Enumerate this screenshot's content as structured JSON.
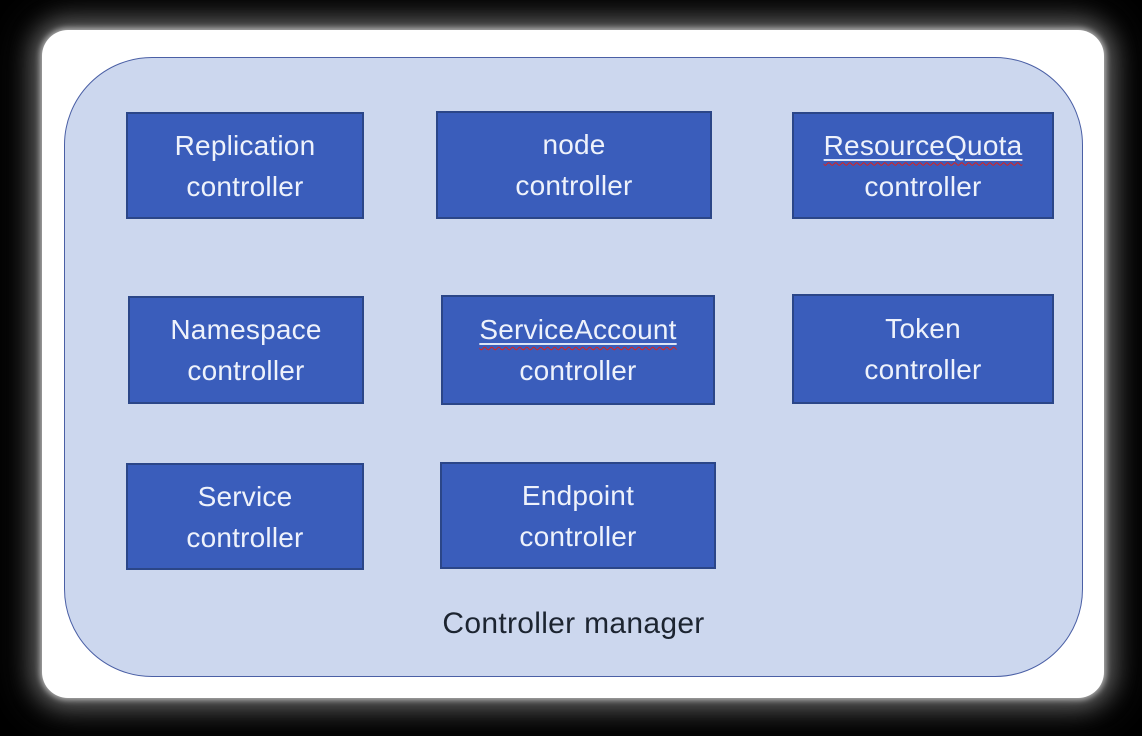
{
  "diagram": {
    "container_label": "Controller manager",
    "boxes": [
      {
        "line1": "Replication",
        "line2": "controller",
        "misspelled": false
      },
      {
        "line1": "node",
        "line2": "controller",
        "misspelled": false
      },
      {
        "line1": "ResourceQuota",
        "line2": "controller",
        "misspelled": true
      },
      {
        "line1": "Namespace",
        "line2": "controller",
        "misspelled": false
      },
      {
        "line1": "ServiceAccount",
        "line2": "controller",
        "misspelled": true
      },
      {
        "line1": "Token",
        "line2": "controller",
        "misspelled": false
      },
      {
        "line1": "Service",
        "line2": "controller",
        "misspelled": false
      },
      {
        "line1": "Endpoint",
        "line2": "controller",
        "misspelled": false
      }
    ],
    "colors": {
      "background": "#000000",
      "card": "#ffffff",
      "group_fill": "#ccd7ee",
      "group_border": "#4a5fa5",
      "box_fill": "#3a5dbb",
      "box_border": "#2b4688",
      "box_text": "#eef2fb",
      "label_text": "#1c2430",
      "spellcheck_wavy": "#e0201a"
    }
  }
}
